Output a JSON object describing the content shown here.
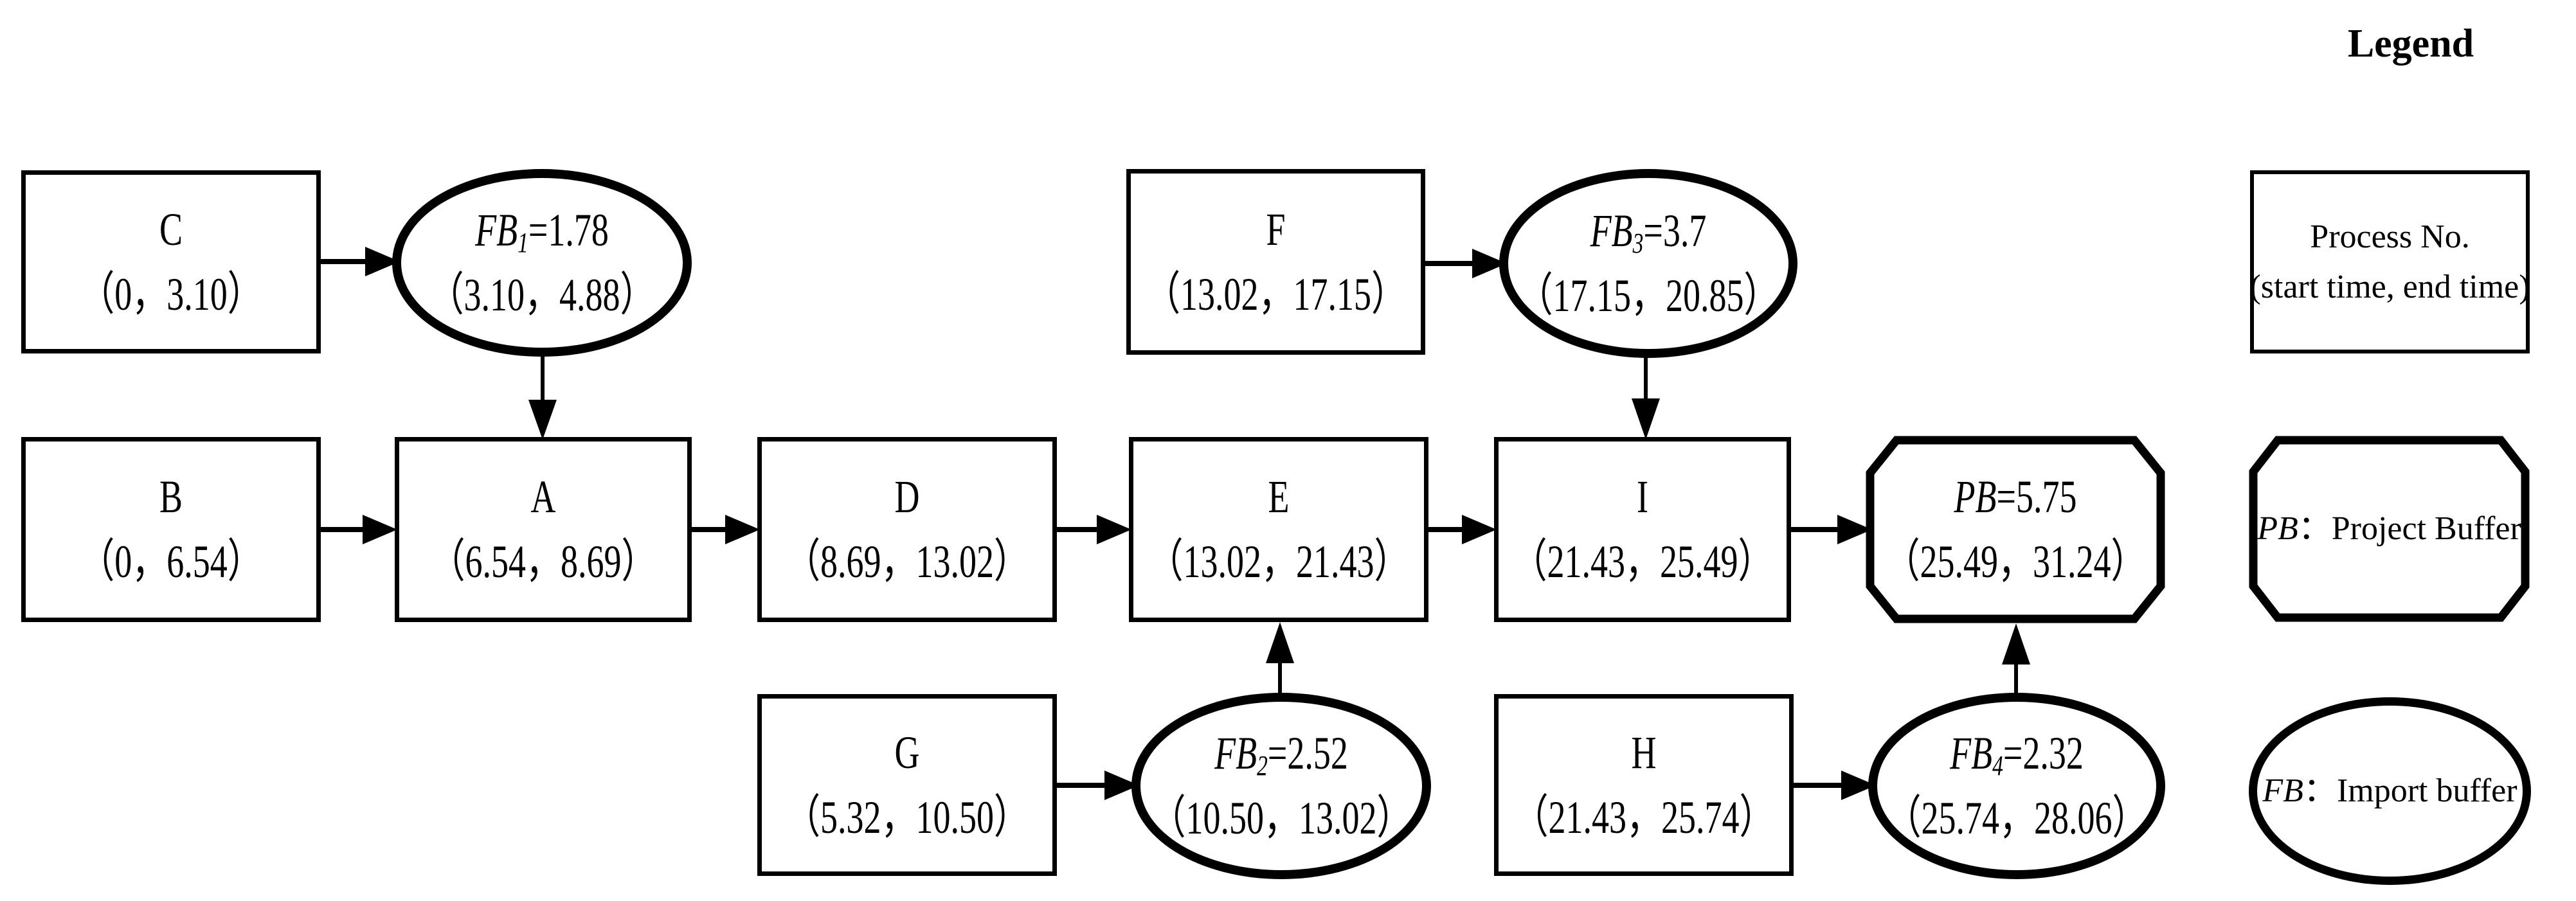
{
  "legend": {
    "title": "Legend",
    "process": {
      "line1": "Process No.",
      "line2": "(start time, end time)"
    },
    "pb": {
      "prefix": "PB",
      "rest": "：Project Buffer"
    },
    "fb": {
      "prefix": "FB",
      "rest": "：Import buffer"
    }
  },
  "nodes": {
    "C": {
      "name": "C",
      "time": "（0，3.10）"
    },
    "B": {
      "name": "B",
      "time": "（0，6.54）"
    },
    "A": {
      "name": "A",
      "time": "（6.54，8.69）"
    },
    "D": {
      "name": "D",
      "time": "（8.69，13.02）"
    },
    "E": {
      "name": "E",
      "time": "（13.02，21.43）"
    },
    "F": {
      "name": "F",
      "time": "（13.02，17.15）"
    },
    "G": {
      "name": "G",
      "time": "（5.32，10.50）"
    },
    "H": {
      "name": "H",
      "time": "（21.43，25.74）"
    },
    "I": {
      "name": "I",
      "time": "（21.43，25.49）"
    },
    "FB1": {
      "prefix": "FB",
      "sub": "1",
      "suffix": "=1.78",
      "time": "（3.10，4.88）"
    },
    "FB2": {
      "prefix": "FB",
      "sub": "2",
      "suffix": "=2.52",
      "time": "（10.50，13.02）"
    },
    "FB3": {
      "prefix": "FB",
      "sub": "3",
      "suffix": "=3.7",
      "time": "（17.15，20.85）"
    },
    "FB4": {
      "prefix": "FB",
      "sub": "4",
      "suffix": "=2.32",
      "time": "（25.74，28.06）"
    },
    "PB": {
      "prefix": "PB",
      "suffix": "=5.75",
      "time": "（25.49，31.24）"
    }
  },
  "edges": [
    {
      "from": "C",
      "to": "FB1"
    },
    {
      "from": "FB1",
      "to": "A"
    },
    {
      "from": "B",
      "to": "A"
    },
    {
      "from": "A",
      "to": "D"
    },
    {
      "from": "D",
      "to": "E"
    },
    {
      "from": "E",
      "to": "I"
    },
    {
      "from": "I",
      "to": "PB"
    },
    {
      "from": "F",
      "to": "FB3"
    },
    {
      "from": "FB3",
      "to": "I"
    },
    {
      "from": "G",
      "to": "FB2"
    },
    {
      "from": "FB2",
      "to": "E"
    },
    {
      "from": "H",
      "to": "FB4"
    },
    {
      "from": "FB4",
      "to": "PB"
    }
  ],
  "colors": {
    "stroke": "#000000",
    "background": "#ffffff"
  }
}
